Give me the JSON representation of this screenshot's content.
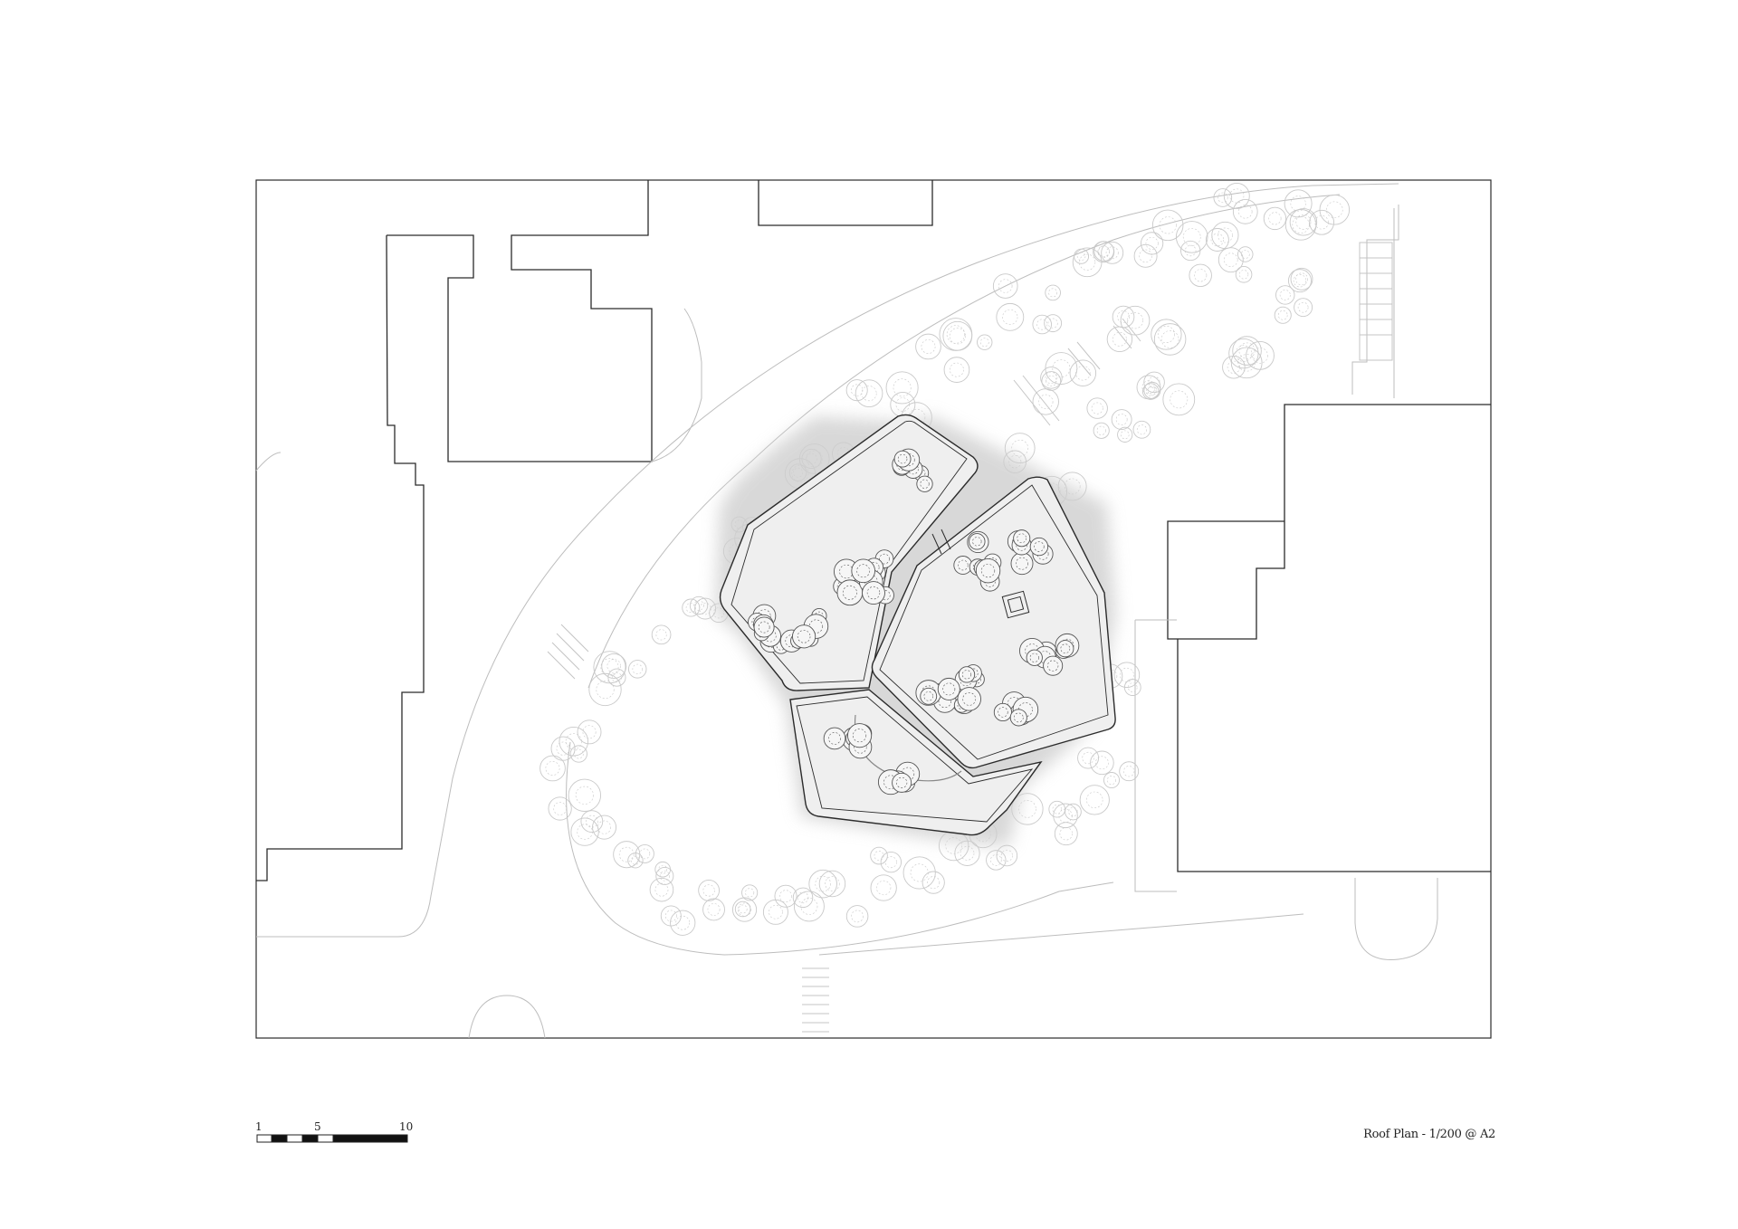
{
  "caption": "Roof Plan - 1/200 @ A2",
  "scale_bar": {
    "labels": [
      "1",
      "5",
      "10"
    ]
  },
  "colors": {
    "line": "#2b2b2b",
    "landscape": "#b9b9b9",
    "terrace_fill": "#eeeeee",
    "tree_dark": "#555555",
    "tree_light": "#c9c9c9"
  }
}
